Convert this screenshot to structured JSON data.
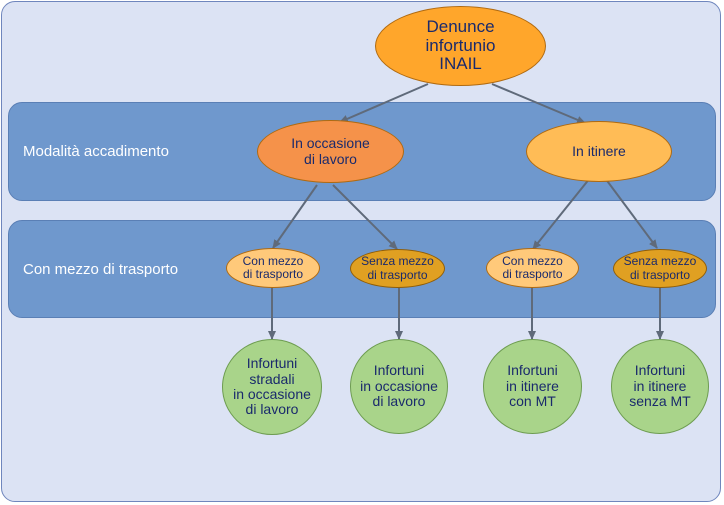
{
  "bands": {
    "modalita": "Modalità accadimento",
    "mezzo": "Con mezzo di trasporto"
  },
  "nodes": {
    "root": "Denunce\ninfortunio\nINAIL",
    "occasione": "In occasione\ndi lavoro",
    "itinere": "In itinere",
    "occ_con": "Con mezzo\ndi trasporto",
    "occ_senza": "Senza mezzo\ndi trasporto",
    "itin_con": "Con mezzo\ndi trasporto",
    "itin_senza": "Senza mezzo\ndi trasporto",
    "leaf1": "Infortuni\nstradali\nin occasione\ndi lavoro",
    "leaf2": "Infortuni\nin occasione\ndi lavoro",
    "leaf3": "Infortuni\nin itinere\ncon MT",
    "leaf4": "Infortuni\nin itinere\nsenza MT"
  },
  "colors": {
    "root": "#ffa62b",
    "occasione": "#f5924a",
    "itinere": "#ffbc56",
    "con_mezzo": "#ffc97a",
    "senza_mezzo": "#e0a022",
    "leaf": "#a9d48a",
    "connector": "#5f6a7a"
  }
}
